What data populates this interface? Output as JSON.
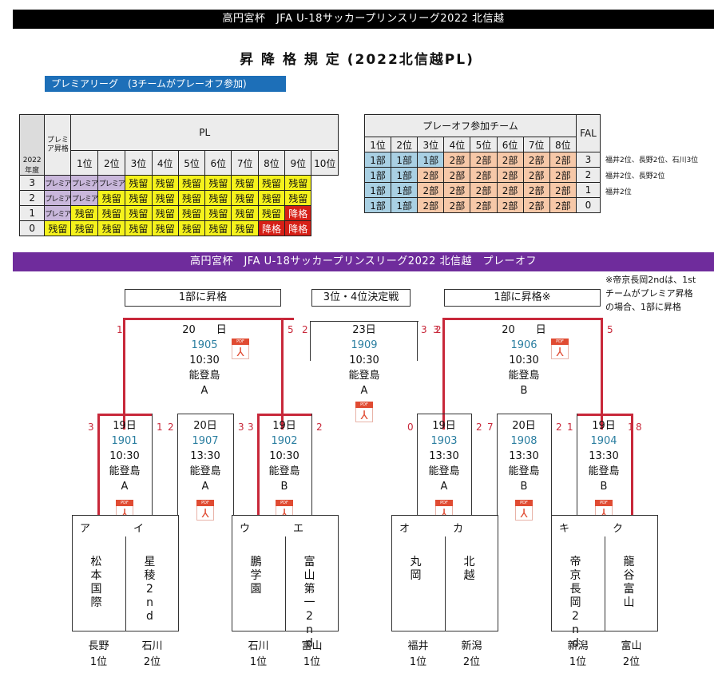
{
  "header": {
    "top_title": "高円宮杯　JFA U-18サッカープリンスリーグ2022 北信越",
    "doc_title": "昇 降 格 規 定 (2022北信越PL)",
    "premier_tag": "プレミアリーグ　(3チームがプレーオフ参加)",
    "playoff_title": "高円宮杯　JFA U-18サッカープリンスリーグ2022 北信越　プレーオフ"
  },
  "rules": {
    "premier_header": "プレミア昇格",
    "pl_header": "PL",
    "year_label_1": "2022",
    "year_label_2": "年度",
    "positions": [
      "1位",
      "2位",
      "3位",
      "4位",
      "5位",
      "6位",
      "7位",
      "8位",
      "9位",
      "10位"
    ],
    "rows": [
      {
        "premier": "3",
        "cells": [
          [
            "プレミア",
            "P"
          ],
          [
            "プレミア",
            "P"
          ],
          [
            "プレミア",
            "P"
          ],
          [
            "残留",
            "Y"
          ],
          [
            "残留",
            "Y"
          ],
          [
            "残留",
            "Y"
          ],
          [
            "残留",
            "Y"
          ],
          [
            "残留",
            "Y"
          ],
          [
            "残留",
            "Y"
          ],
          [
            "残留",
            "Y"
          ]
        ]
      },
      {
        "premier": "2",
        "cells": [
          [
            "プレミア",
            "P"
          ],
          [
            "プレミア",
            "P"
          ],
          [
            "残留",
            "Y"
          ],
          [
            "残留",
            "Y"
          ],
          [
            "残留",
            "Y"
          ],
          [
            "残留",
            "Y"
          ],
          [
            "残留",
            "Y"
          ],
          [
            "残留",
            "Y"
          ],
          [
            "残留",
            "Y"
          ],
          [
            "残留",
            "Y"
          ]
        ]
      },
      {
        "premier": "1",
        "cells": [
          [
            "プレミア",
            "P"
          ],
          [
            "残留",
            "Y"
          ],
          [
            "残留",
            "Y"
          ],
          [
            "残留",
            "Y"
          ],
          [
            "残留",
            "Y"
          ],
          [
            "残留",
            "Y"
          ],
          [
            "残留",
            "Y"
          ],
          [
            "残留",
            "Y"
          ],
          [
            "残留",
            "Y"
          ],
          [
            "降格",
            "R"
          ]
        ]
      },
      {
        "premier": "0",
        "cells": [
          [
            "残留",
            "Y"
          ],
          [
            "残留",
            "Y"
          ],
          [
            "残留",
            "Y"
          ],
          [
            "残留",
            "Y"
          ],
          [
            "残留",
            "Y"
          ],
          [
            "残留",
            "Y"
          ],
          [
            "残留",
            "Y"
          ],
          [
            "残留",
            "Y"
          ],
          [
            "降格",
            "R"
          ],
          [
            "降格",
            "R"
          ]
        ]
      }
    ],
    "po_header": "プレーオフ参加チーム",
    "po_positions": [
      "1位",
      "2位",
      "3位",
      "4位",
      "5位",
      "6位",
      "7位",
      "8位"
    ],
    "fal_header": "FAL",
    "po_rows": [
      {
        "cells": [
          [
            "1部",
            "B"
          ],
          [
            "1部",
            "B"
          ],
          [
            "1部",
            "B"
          ],
          [
            "2部",
            "O"
          ],
          [
            "2部",
            "O"
          ],
          [
            "2部",
            "O"
          ],
          [
            "2部",
            "O"
          ],
          [
            "2部",
            "O"
          ]
        ],
        "fal": "3",
        "note": "福井2位、長野2位、石川3位"
      },
      {
        "cells": [
          [
            "1部",
            "B"
          ],
          [
            "1部",
            "B"
          ],
          [
            "2部",
            "O"
          ],
          [
            "2部",
            "O"
          ],
          [
            "2部",
            "O"
          ],
          [
            "2部",
            "O"
          ],
          [
            "2部",
            "O"
          ],
          [
            "2部",
            "O"
          ]
        ],
        "fal": "2",
        "note": "福井2位、長野2位"
      },
      {
        "cells": [
          [
            "1部",
            "B"
          ],
          [
            "1部",
            "B"
          ],
          [
            "2部",
            "O"
          ],
          [
            "2部",
            "O"
          ],
          [
            "2部",
            "O"
          ],
          [
            "2部",
            "O"
          ],
          [
            "2部",
            "O"
          ],
          [
            "2部",
            "O"
          ]
        ],
        "fal": "1",
        "note": "福井2位"
      },
      {
        "cells": [
          [
            "1部",
            "B"
          ],
          [
            "1部",
            "B"
          ],
          [
            "2部",
            "O"
          ],
          [
            "2部",
            "O"
          ],
          [
            "2部",
            "O"
          ],
          [
            "2部",
            "O"
          ],
          [
            "2部",
            "O"
          ],
          [
            "2部",
            "O"
          ]
        ],
        "fal": "0",
        "note": ""
      }
    ]
  },
  "playoff": {
    "box_left": "1部に昇格",
    "box_center": "3位・4位決定戦",
    "box_right": "1部に昇格※",
    "side_note": [
      "※帝京長岡2ndは、1st",
      "チームがプレミア昇格",
      "の場合、1部に昇格"
    ],
    "pdf_label": "PDF",
    "final_left": {
      "day": "20　　日",
      "num": "1905",
      "time": "10:30",
      "venue": "能登島",
      "field": "A",
      "score_l": "1",
      "score_r": "5"
    },
    "final_center": {
      "day": "23日",
      "num": "1909",
      "time": "10:30",
      "venue": "能登島",
      "field": "A",
      "score_l": "2",
      "score_r": "3"
    },
    "final_right": {
      "day": "20　　日",
      "num": "1906",
      "time": "10:30",
      "venue": "能登島",
      "field": "B",
      "score_l": "2",
      "score_r": "5"
    },
    "score_right_edge": "3",
    "r1": [
      {
        "day": "19日",
        "num": "1901",
        "time": "10:30",
        "venue": "能登島",
        "field": "A",
        "score_l": "3",
        "score_r": "1"
      },
      {
        "day": "20日",
        "num": "1907",
        "time": "13:30",
        "venue": "能登島",
        "field": "A",
        "score_l": "2",
        "score_r": "3"
      },
      {
        "day": "19日",
        "num": "1902",
        "time": "10:30",
        "venue": "能登島",
        "field": "B",
        "score_l": "3",
        "score_r": "2"
      },
      {
        "day": "19日",
        "num": "1903",
        "time": "13:30",
        "venue": "能登島",
        "field": "A",
        "score_l": "0",
        "score_r": "2"
      },
      {
        "day": "20日",
        "num": "1908",
        "time": "13:30",
        "venue": "能登島",
        "field": "B",
        "score_l": "7",
        "score_r": "2"
      },
      {
        "day": "19日",
        "num": "1904",
        "time": "13:30",
        "venue": "能登島",
        "field": "B",
        "score_l": "1",
        "score_r": "8"
      }
    ],
    "score_far_right": "1",
    "teams": [
      {
        "kana": "ア",
        "name": "松本国際",
        "pref": "長野",
        "rank": "1位"
      },
      {
        "kana": "イ",
        "name": "星稜2nd",
        "pref": "石川",
        "rank": "2位"
      },
      {
        "kana": "ウ",
        "name": "鵬学園",
        "pref": "石川",
        "rank": "1位"
      },
      {
        "kana": "エ",
        "name": "富山第一2nd",
        "pref": "富山",
        "rank": "1位"
      },
      {
        "kana": "オ",
        "name": "丸岡",
        "pref": "福井",
        "rank": "1位"
      },
      {
        "kana": "カ",
        "name": "北越",
        "pref": "新潟",
        "rank": "2位"
      },
      {
        "kana": "キ",
        "name": "帝京長岡2nd",
        "pref": "新潟",
        "rank": "1位"
      },
      {
        "kana": "ク",
        "name": "龍谷富山",
        "pref": "富山",
        "rank": "2位"
      }
    ]
  }
}
